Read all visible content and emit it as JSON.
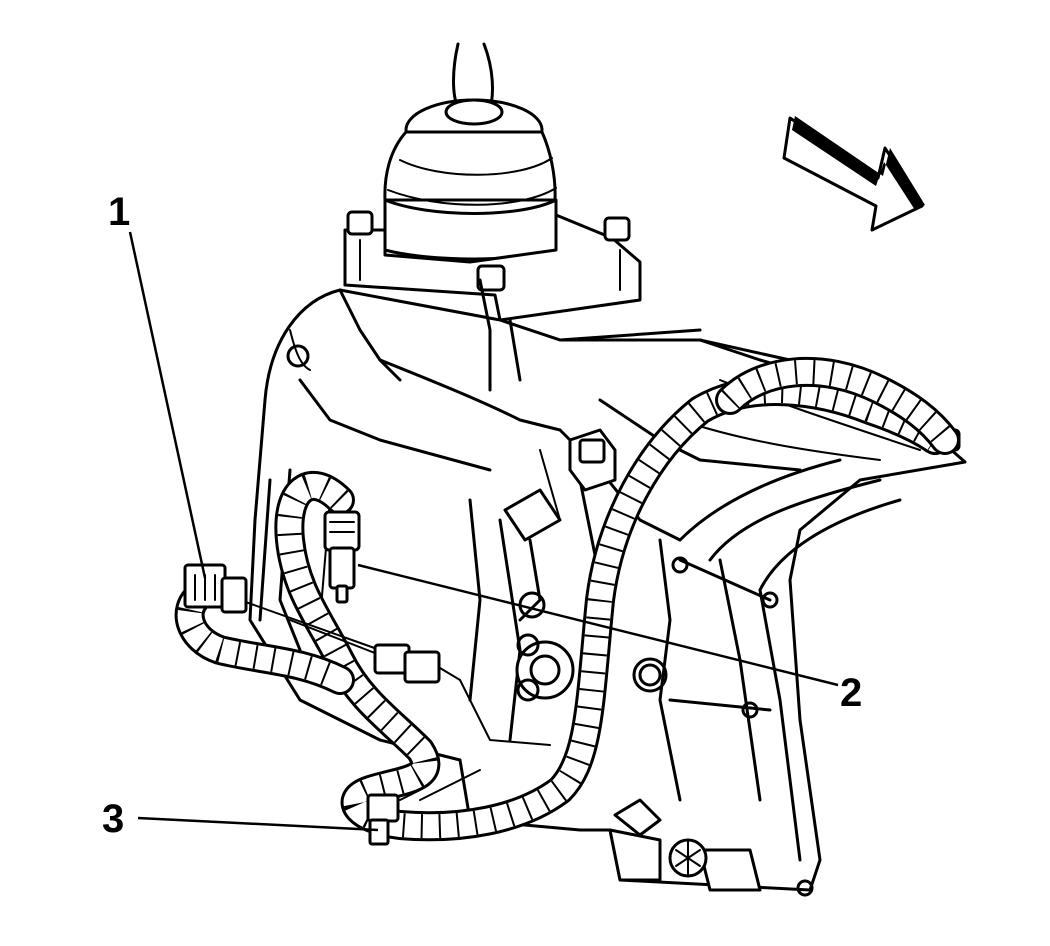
{
  "callouts": [
    {
      "id": "1",
      "label": "1"
    },
    {
      "id": "2",
      "label": "2"
    },
    {
      "id": "3",
      "label": "3"
    }
  ],
  "icons": {
    "direction_arrow": "front-direction-arrow-icon",
    "transmission": "transmission-assembly-icon"
  },
  "colors": {
    "ink": "#000000",
    "background": "#ffffff"
  }
}
